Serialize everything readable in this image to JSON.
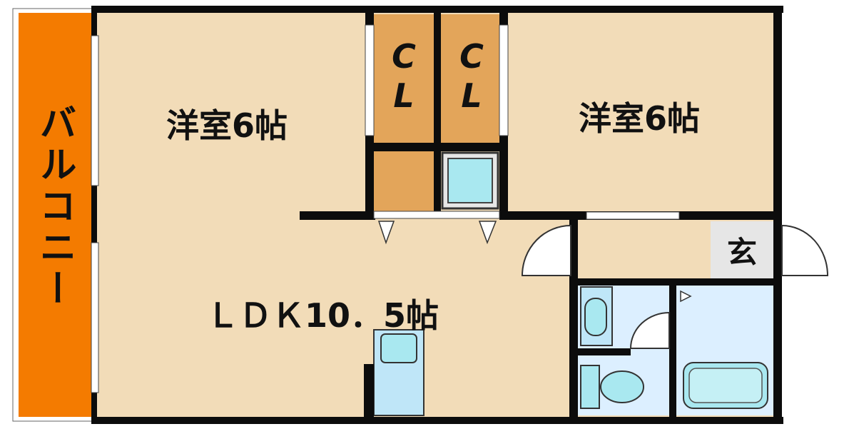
{
  "rooms": {
    "balcony": "バルコニー",
    "western_room_left": "洋室6帖",
    "western_room_right": "洋室6帖",
    "closet_left_c": "C",
    "closet_left_l": "L",
    "closet_right_c": "C",
    "closet_right_l": "L",
    "ldk": "ＬＤＫ10．5帖",
    "entrance": "玄"
  },
  "colors": {
    "balcony": "#f47b00",
    "room_floor": "#f2dcb8",
    "closet": "#e3a55a",
    "wall": "#0c0c0c",
    "water_area": "#dcefff",
    "fixture": "#a9d8f0",
    "entrance_floor": "#e6e6e6"
  }
}
